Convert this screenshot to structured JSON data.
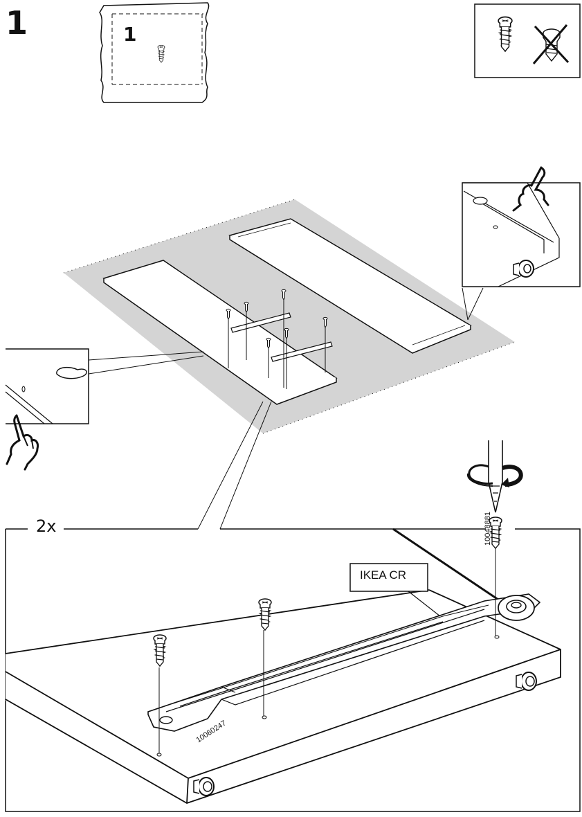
{
  "step": {
    "number": "1"
  },
  "hardware_bag": {
    "quantity": "1",
    "icon": "screw-icon"
  },
  "detail": {
    "count": "2x",
    "callout_label": "IKEA CR",
    "screw_part_number": "10048881",
    "rail_part_number": "10060247"
  },
  "icons": {
    "hand_left": "pointing-hand-icon",
    "hand_right": "pointing-hand-icon",
    "screwdriver": "screwdriver-icon",
    "rotate": "rotate-arrow-icon",
    "wrong_screw": "crossed-screw-icon"
  },
  "colors": {
    "line": "#111111",
    "mat": "#d4d4d4",
    "panel": "#ffffff"
  }
}
